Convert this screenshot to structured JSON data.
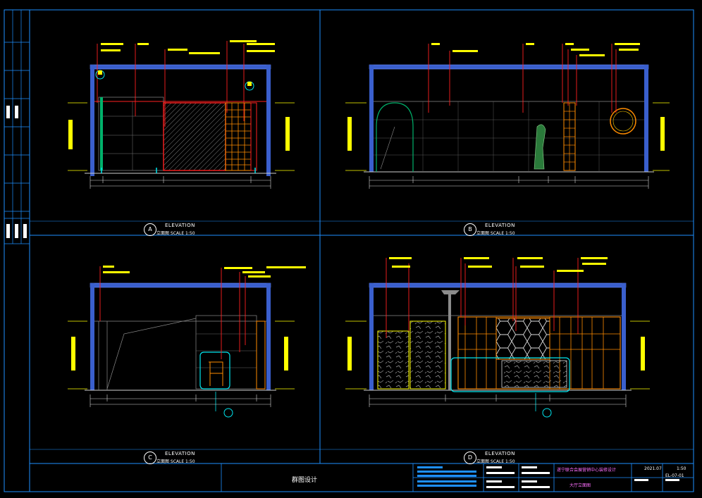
{
  "panels": [
    {
      "id": "A",
      "title": "ELEVATION",
      "subtitle": "立面图  SCALE 1:50"
    },
    {
      "id": "B",
      "title": "ELEVATION",
      "subtitle": "立面图  SCALE 1:50"
    },
    {
      "id": "C",
      "title": "ELEVATION",
      "subtitle": "立面图  SCALE 1:50"
    },
    {
      "id": "D",
      "title": "ELEVATION",
      "subtitle": "立面图  SCALE 1:50"
    }
  ],
  "titleblock": {
    "design_label": "群图设计",
    "project": "遂宁联合会展营销中心装修设计",
    "sheet_name": "大厅立面图",
    "date": "2021.07",
    "scale": "1:50",
    "sheet_no": "EL-07-01"
  },
  "colors": {
    "frame": "#1e90ff",
    "wall": "#3a5fcd",
    "yellow": "#ffff00",
    "red": "#ff2020",
    "orange": "#ff8c00",
    "cyan": "#00e5ee",
    "gray": "#8c8c8c",
    "white": "#e8e8e8"
  }
}
